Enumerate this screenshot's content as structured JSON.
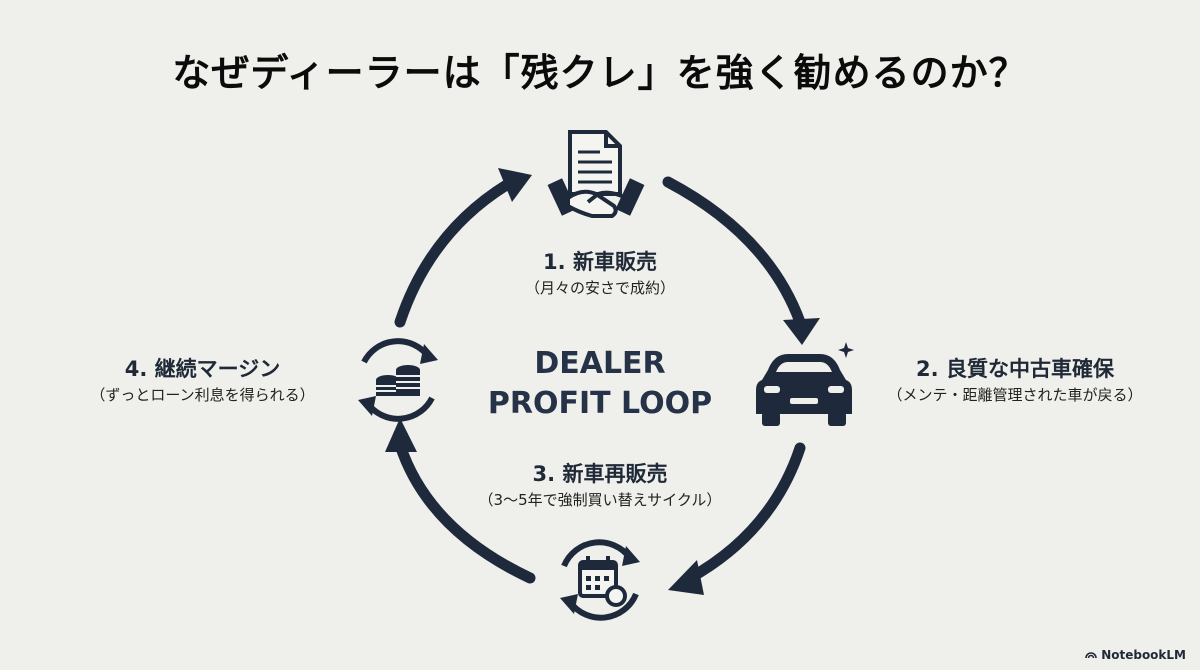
{
  "title": "なぜディーラーは「残クレ」を強く勧めるのか？",
  "center": {
    "line1": "DEALER",
    "line2": "PROFIT LOOP"
  },
  "steps": [
    {
      "main": "1. 新車販売",
      "sub": "（月々の安さで成約）",
      "icon": "handshake-contract-icon"
    },
    {
      "main": "2. 良質な中古車確保",
      "sub": "（メンテ・距離管理された車が戻る）",
      "icon": "car-icon"
    },
    {
      "main": "3. 新車再販売",
      "sub": "（3〜5年で強制買い替えサイクル）",
      "icon": "calendar-cycle-icon"
    },
    {
      "main": "4. 継続マージン",
      "sub": "（ずっとローン利息を得られる）",
      "icon": "coins-cycle-icon"
    }
  ],
  "brand": "NotebookLM",
  "colors": {
    "accent": "#1e2a3c",
    "background": "#efefeb"
  }
}
